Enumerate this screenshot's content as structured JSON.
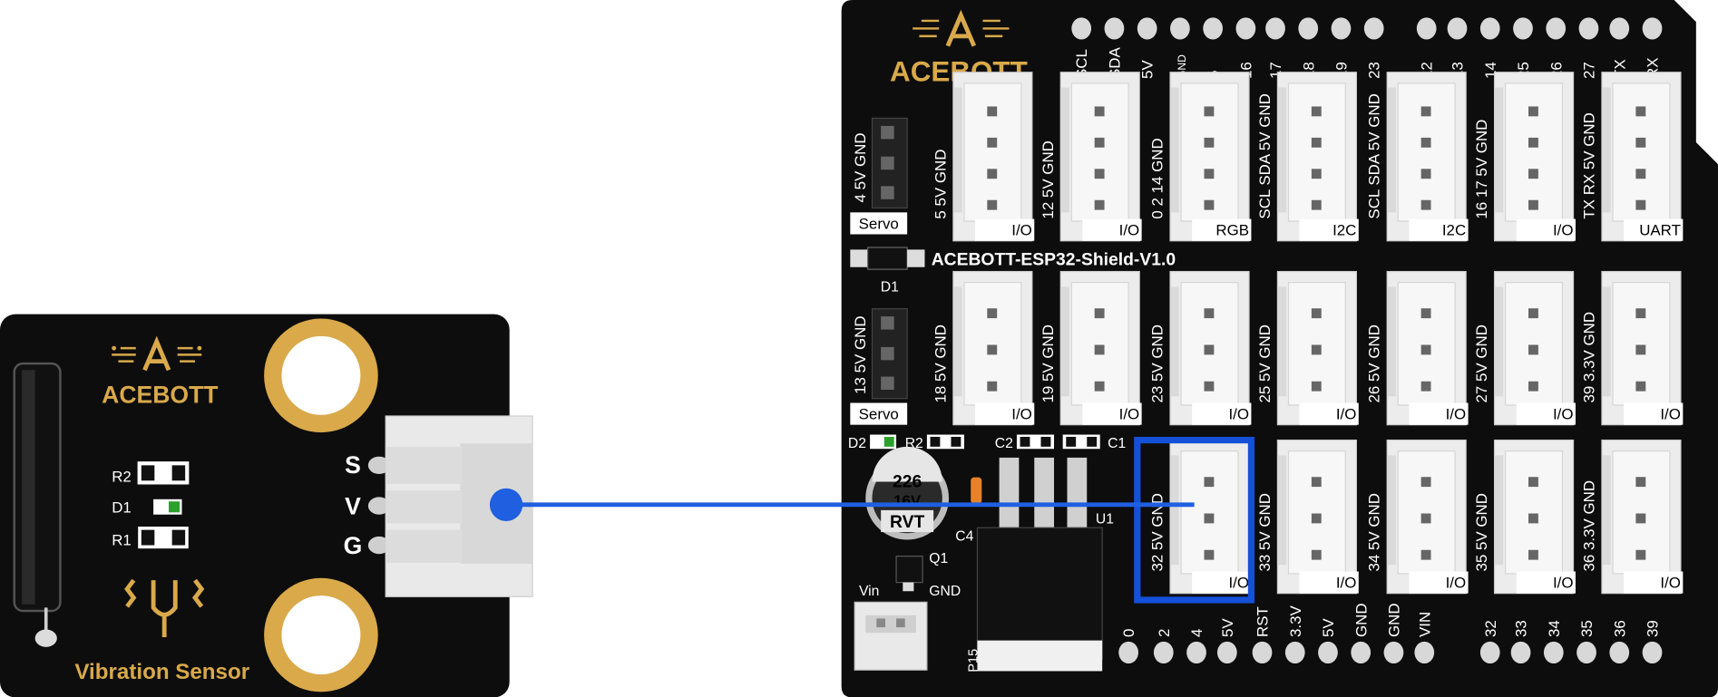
{
  "colors": {
    "pcb": "#0d0d0d",
    "gold": "#d9a94a",
    "wire": "#1f5fe0",
    "highlight": "#1450d8",
    "connector": "#e9e9e9"
  },
  "sensor": {
    "brand": "ACEBOTT",
    "name": "Vibration Sensor",
    "pins": [
      "S",
      "V",
      "G"
    ],
    "components": [
      "R2",
      "D1",
      "R1"
    ]
  },
  "shield": {
    "brand": "ACEBOTT",
    "title": "ACEBOTT-ESP32-Shield-V1.0",
    "top_header": [
      "SCL",
      "SDA",
      "5V",
      "GND",
      "5",
      "16",
      "17",
      "18",
      "19",
      "23",
      "12",
      "13",
      "14",
      "25",
      "26",
      "27",
      "TX",
      "RX"
    ],
    "bottom_header": [
      "0",
      "2",
      "4",
      "5V",
      "RST",
      "3.3V",
      "5V",
      "GND",
      "GND",
      "VIN",
      "32",
      "33",
      "34",
      "35",
      "36",
      "39"
    ],
    "servos": [
      {
        "label": "Servo",
        "pins": "4  5V GND"
      },
      {
        "label": "Servo",
        "pins": "13  5V GND"
      }
    ],
    "row1": [
      {
        "pins": "5  5V  GND",
        "tag": "I/O"
      },
      {
        "pins": "12  5V  GND",
        "tag": "I/O"
      },
      {
        "pins": "0   2   14  GND",
        "tag": "RGB"
      },
      {
        "pins": "SCL SDA 5V GND",
        "tag": "I2C"
      },
      {
        "pins": "SCL SDA 5V GND",
        "tag": "I2C"
      },
      {
        "pins": "16  17  5V GND",
        "tag": "I/O"
      },
      {
        "pins": "TX  RX  5V GND",
        "tag": "UART"
      }
    ],
    "row2": [
      {
        "pins": "18  5V  GND",
        "tag": "I/O"
      },
      {
        "pins": "19  5V  GND",
        "tag": "I/O"
      },
      {
        "pins": "23  5V  GND",
        "tag": "I/O"
      },
      {
        "pins": "25  5V  GND",
        "tag": "I/O"
      },
      {
        "pins": "26  5V  GND",
        "tag": "I/O"
      },
      {
        "pins": "27  5V  GND",
        "tag": "I/O"
      },
      {
        "pins": "39 3.3V GND",
        "tag": "I/O"
      }
    ],
    "row3": [
      {
        "pins": "32  5V  GND",
        "tag": "I/O"
      },
      {
        "pins": "33  5V  GND",
        "tag": "I/O"
      },
      {
        "pins": "34  5V  GND",
        "tag": "I/O"
      },
      {
        "pins": "35  5V  GND",
        "tag": "I/O"
      },
      {
        "pins": "36 3.3V GND",
        "tag": "I/O"
      }
    ],
    "parts": {
      "d1": "D1",
      "d2": "D2",
      "r2": "R2",
      "c2": "C2",
      "c1": "C1",
      "c4": "C4",
      "u1": "U1",
      "q1": "Q1",
      "vin": "Vin",
      "gnd": "GND",
      "p15": "P15",
      "cap_line1": "226",
      "cap_line2": "16V",
      "cap_line3": "RVT"
    }
  }
}
